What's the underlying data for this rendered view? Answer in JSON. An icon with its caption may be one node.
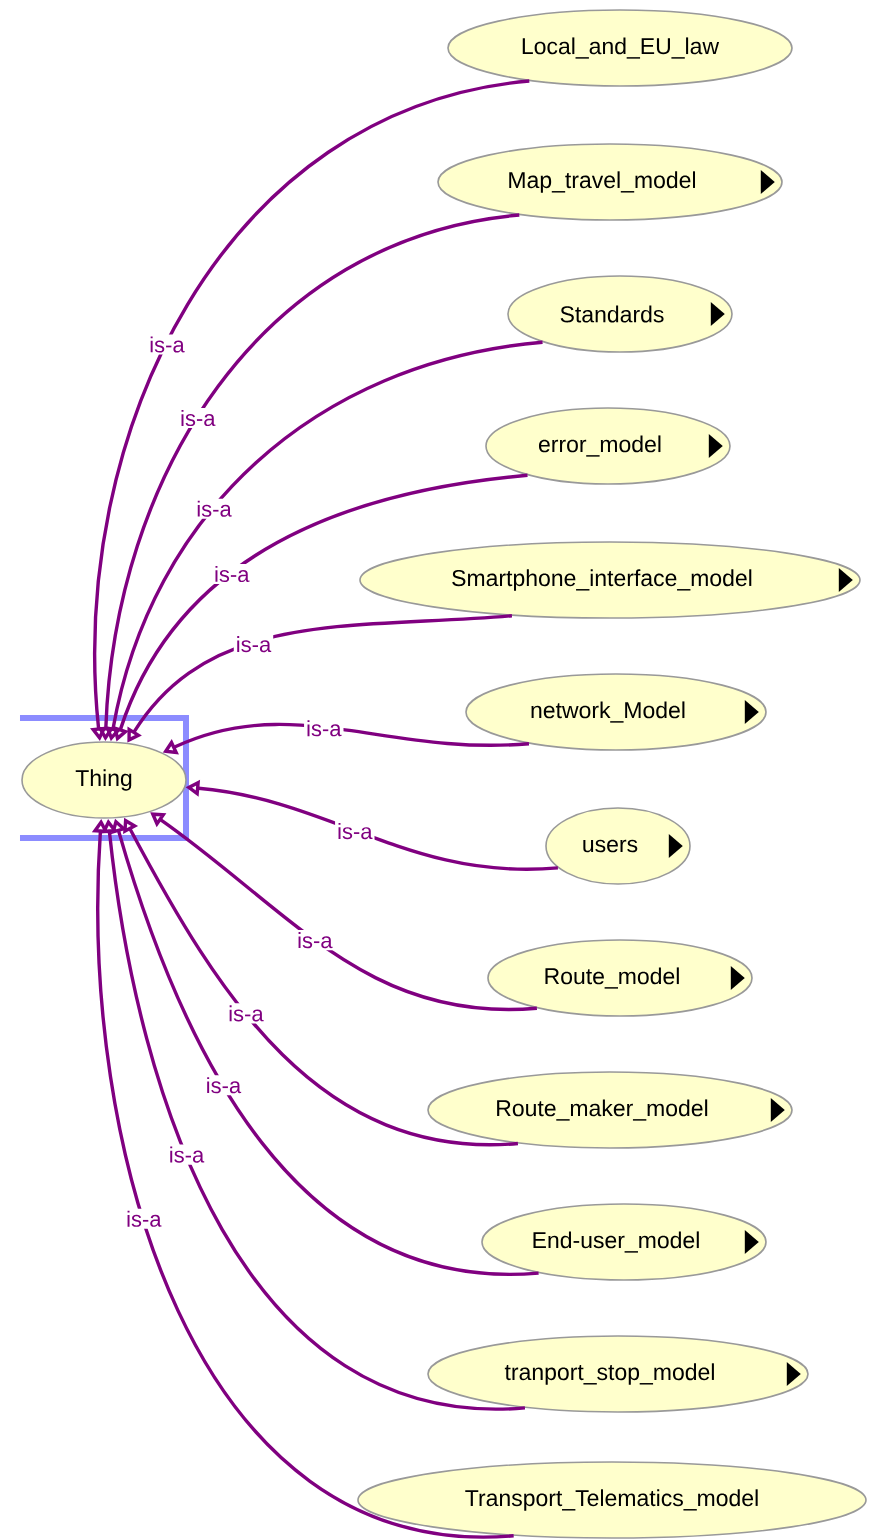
{
  "diagram": {
    "nodes": [
      {
        "text": [
          "Thing"
        ]
      },
      {
        "text": [
          "Local_and_EU_law"
        ]
      },
      {
        "text": [
          "Map_travel_model"
        ]
      },
      {
        "text": [
          "Standards"
        ]
      },
      {
        "text": [
          "error_model"
        ]
      },
      {
        "text": [
          "Smartphone_interface_model"
        ]
      },
      {
        "text": [
          "network_Model"
        ]
      },
      {
        "text": [
          "users"
        ]
      },
      {
        "text": [
          "Route_model"
        ]
      },
      {
        "text": [
          "Route_maker_model"
        ]
      },
      {
        "text": [
          "End-user_model"
        ]
      },
      {
        "text": [
          "tranport_stop_model"
        ]
      },
      {
        "text": [
          "Transport_Telematics_model"
        ]
      }
    ],
    "edges": [
      {
        "from": 1,
        "to": 0,
        "arrow": "to",
        "label": "is-a"
      },
      {
        "from": 2,
        "to": 0,
        "arrow": "to",
        "label": "is-a"
      },
      {
        "from": 3,
        "to": 0,
        "arrow": "to",
        "label": "is-a"
      },
      {
        "from": 4,
        "to": 0,
        "arrow": "to",
        "label": "is-a"
      },
      {
        "from": 5,
        "to": 0,
        "arrow": "to",
        "label": "is-a"
      },
      {
        "from": 6,
        "to": 0,
        "arrow": "to",
        "label": "is-a"
      },
      {
        "from": 7,
        "to": 0,
        "arrow": "to",
        "label": "is-a"
      },
      {
        "from": 8,
        "to": 0,
        "arrow": "to",
        "label": "is-a"
      },
      {
        "from": 9,
        "to": 0,
        "arrow": "to",
        "label": "is-a"
      },
      {
        "from": 10,
        "to": 0,
        "arrow": "to",
        "label": "is-a"
      },
      {
        "from": 11,
        "to": 0,
        "arrow": "to",
        "label": "is-a"
      },
      {
        "from": 12,
        "to": 0,
        "arrow": "to",
        "label": "is-a"
      }
    ]
  }
}
